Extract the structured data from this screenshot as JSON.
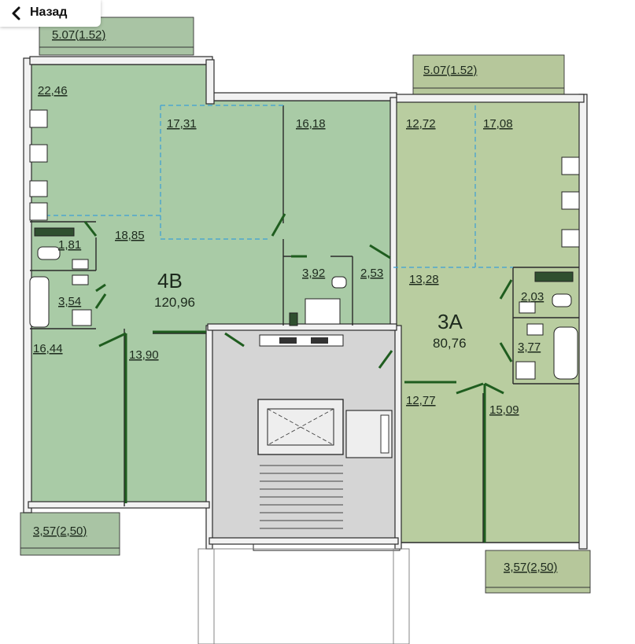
{
  "nav": {
    "back_label": "Назад"
  },
  "colors": {
    "apartment_4b": "#a9cba6",
    "apartment_3a": "#b9cda0",
    "stair_core": "#d5d5d5",
    "balcony_4b": "#a9c4a4",
    "balcony_3a": "#b6c79b",
    "door_green": "#1f5d1f",
    "zone_dash": "#3b9fd6"
  },
  "apartments": [
    {
      "number": "4B",
      "total": "120,96",
      "rooms": [
        {
          "area": "5.07(1.52)"
        },
        {
          "area": "22,46"
        },
        {
          "area": "17,31"
        },
        {
          "area": "16,18"
        },
        {
          "area": "18,85"
        },
        {
          "area": "1,81"
        },
        {
          "area": "3,54"
        },
        {
          "area": "3,92"
        },
        {
          "area": "2,53"
        },
        {
          "area": "16,44"
        },
        {
          "area": "13,90"
        },
        {
          "area": "3,57(2,50)"
        }
      ]
    },
    {
      "number": "3A",
      "total": "80,76",
      "rooms": [
        {
          "area": "5.07(1.52)"
        },
        {
          "area": "12,72"
        },
        {
          "area": "17,08"
        },
        {
          "area": "13,28"
        },
        {
          "area": "2,03"
        },
        {
          "area": "3,77"
        },
        {
          "area": "12,77"
        },
        {
          "area": "15,09"
        },
        {
          "area": "3,57(2,50)"
        }
      ]
    }
  ]
}
